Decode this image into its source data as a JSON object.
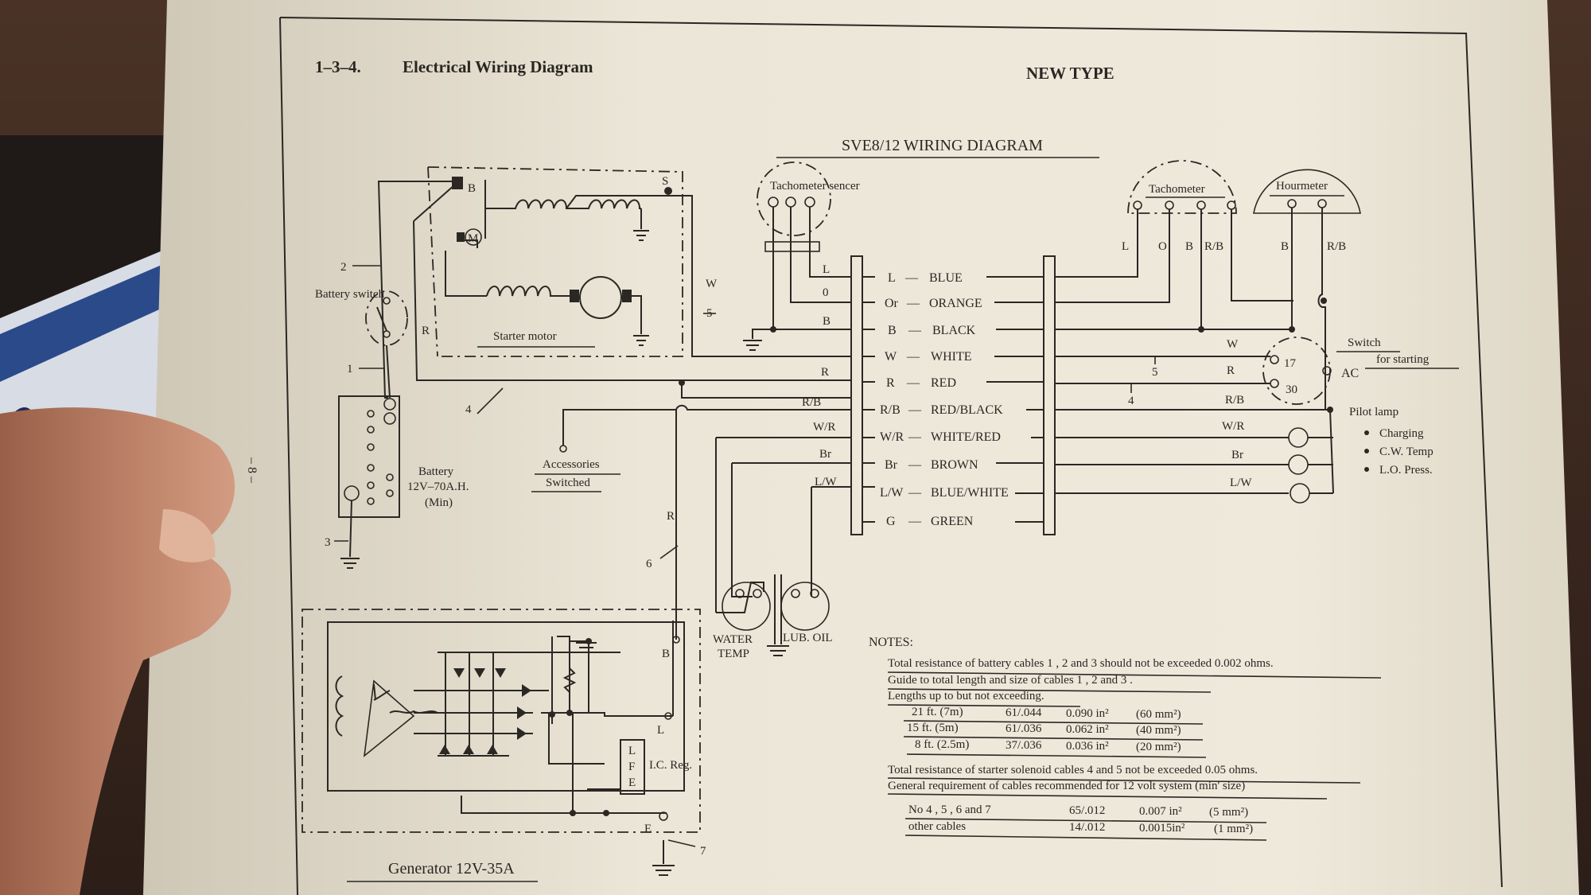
{
  "section_number": "1–3–4.",
  "section_title": "Electrical Wiring Diagram",
  "type_label": "NEW TYPE",
  "diagram_title": "SVE8/12 WIRING DIAGRAM",
  "page_number": "– 8 –",
  "components": {
    "battery_switch": "Battery switch",
    "starter_motor": "Starter motor",
    "battery_line1": "Battery",
    "battery_line2": "12V–70A.H.",
    "battery_line3": "(Min)",
    "accessories_line1": "Accessories",
    "accessories_line2": "Switched",
    "tachometer_sensor": "Tachometer sencer",
    "tachometer": "Tachometer",
    "hourmeter": "Hourmeter",
    "switch_line1": "Switch",
    "switch_line2": "for starting",
    "switch_ac": "AC",
    "switch_17": "17",
    "switch_30": "30",
    "pilot_lamp": "Pilot lamp",
    "water_temp_line1": "WATER",
    "water_temp_line2": "TEMP",
    "lub_oil": "LUB. OIL",
    "ic_reg": "I.C. Reg.",
    "reg_l": "L",
    "reg_f": "F",
    "reg_e": "E",
    "generator": "Generator 12V-35A"
  },
  "pilot_lamps": [
    "Charging",
    "C.W. Temp",
    "L.O. Press."
  ],
  "cable_numbers": [
    "1",
    "2",
    "3",
    "4",
    "5",
    "6",
    "7"
  ],
  "terminal_labels": {
    "b": "B",
    "m": "M",
    "s": "S",
    "r": "R",
    "w": "W",
    "gen_b": "B",
    "gen_l": "L",
    "gen_e": "E"
  },
  "left_wire_labels": [
    "L",
    "0",
    "B",
    "R",
    "R/B",
    "W/R",
    "Br",
    "L/W"
  ],
  "color_codes": [
    {
      "code": "L",
      "name": "BLUE"
    },
    {
      "code": "Or",
      "name": "ORANGE"
    },
    {
      "code": "B",
      "name": "BLACK"
    },
    {
      "code": "W",
      "name": "WHITE"
    },
    {
      "code": "R",
      "name": "RED"
    },
    {
      "code": "R/B",
      "name": "RED/BLACK"
    },
    {
      "code": "W/R",
      "name": "WHITE/RED"
    },
    {
      "code": "Br",
      "name": "BROWN"
    },
    {
      "code": "L/W",
      "name": "BLUE/WHITE"
    },
    {
      "code": "G",
      "name": "GREEN"
    }
  ],
  "right_wire_labels": [
    "W",
    "R",
    "R/B",
    "W/R",
    "Br",
    "L/W"
  ],
  "gauge_wire_labels": [
    "L",
    "O",
    "B",
    "R/B",
    "B",
    "R/B"
  ],
  "notes": {
    "heading": "NOTES:",
    "line1": "Total resistance of battery cables 1 , 2 and 3 should not be exceeded 0.002 ohms.",
    "line2": "Guide to total length and size of cables 1 , 2 and 3 .",
    "line3": "Lengths up to but not exceeding.",
    "lengths": [
      {
        "length": "21 ft. (7m)",
        "strand": "61/.044",
        "area": "0.090 in²",
        "metric": "(60 mm²)"
      },
      {
        "length": "15 ft. (5m)",
        "strand": "61/.036",
        "area": "0.062 in²",
        "metric": "(40 mm²)"
      },
      {
        "length": "8 ft. (2.5m)",
        "strand": "37/.036",
        "area": "0.036 in²",
        "metric": "(20 mm²)"
      }
    ],
    "line4": "Total resistance of starter solenoid cables 4 and 5 not be exceeded 0.05 ohms.",
    "line5": "General requirement of cables recommended for 12 volt system (min' size)",
    "cables": [
      {
        "label": "No 4 , 5 , 6 and 7",
        "strand": "65/.012",
        "area": "0.007 in²",
        "metric": "(5 mm²)"
      },
      {
        "label": "other cables",
        "strand": "14/.012",
        "area": "0.0015in²",
        "metric": "(1 mm²)"
      }
    ]
  }
}
